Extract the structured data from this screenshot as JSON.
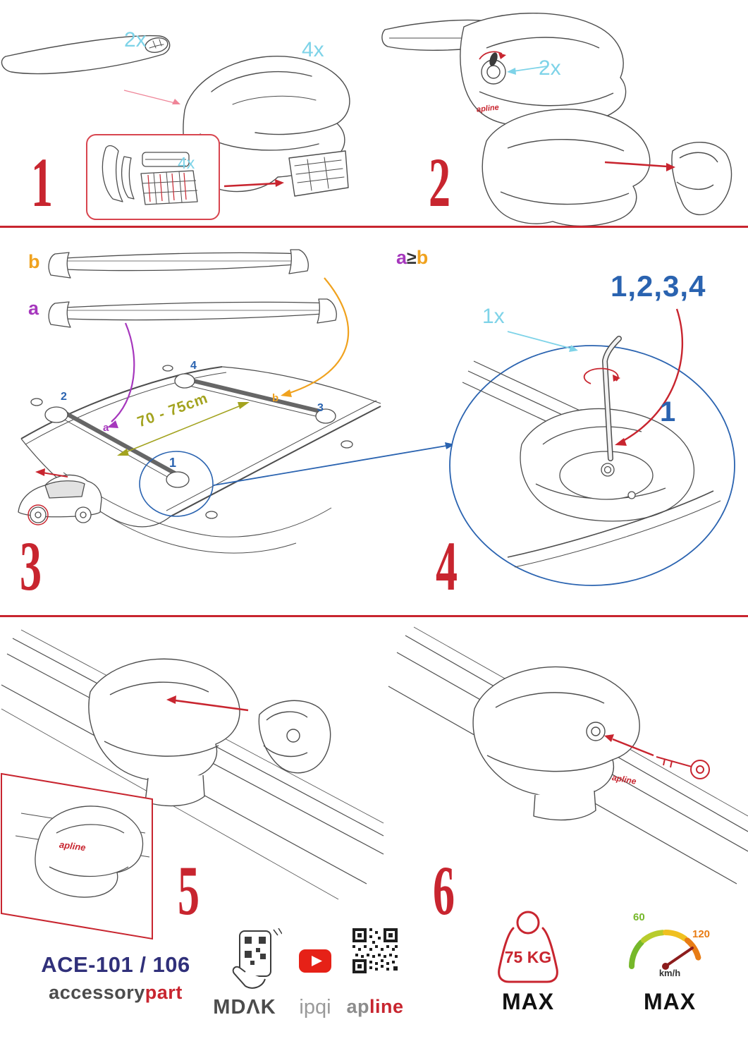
{
  "step1": {
    "num": "1",
    "bar_qty": "2x",
    "foot_qty": "4x",
    "pad_qty": "4x"
  },
  "step2": {
    "num": "2",
    "lock_qty": "2x",
    "logo": "apline"
  },
  "step3": {
    "num": "3",
    "bar_a_label": "a",
    "bar_b_label": "b",
    "distance": "70 - 75cm",
    "pos_1": "1",
    "pos_2": "2",
    "pos_3": "3",
    "pos_4": "4",
    "pos_a": "a",
    "pos_b": "b"
  },
  "step4": {
    "num": "4",
    "cond_a": "a",
    "cond_op": "≥",
    "cond_b": "b",
    "tighten_order": "1,2,3,4",
    "tool_qty": "1x",
    "first_pos": "1"
  },
  "step5": {
    "num": "5",
    "logo": "apline"
  },
  "step6": {
    "num": "6",
    "logo": "apline"
  },
  "footer": {
    "model": "ACE-101 / 106",
    "brand_accessory": "accessory",
    "brand_part": "part",
    "brand_mdak": "MDΛK",
    "brand_ipqi": "ipqi",
    "brand_ap": "ap",
    "brand_line": "line",
    "weight_limit": "75 KG",
    "weight_max_label": "MAX",
    "speed_low": "60",
    "speed_high": "120",
    "speed_unit": "km/h",
    "speed_max_label": "MAX"
  },
  "colors": {
    "red": "#c8252f",
    "pink": "#ef8598",
    "cyan": "#7ed3e8",
    "purple": "#a637bd",
    "orange": "#f0a21e",
    "blue": "#2a63b0",
    "olive": "#a3a31f",
    "navy": "#30307a",
    "green": "#76b82a",
    "dark": "#4d4d4d"
  }
}
